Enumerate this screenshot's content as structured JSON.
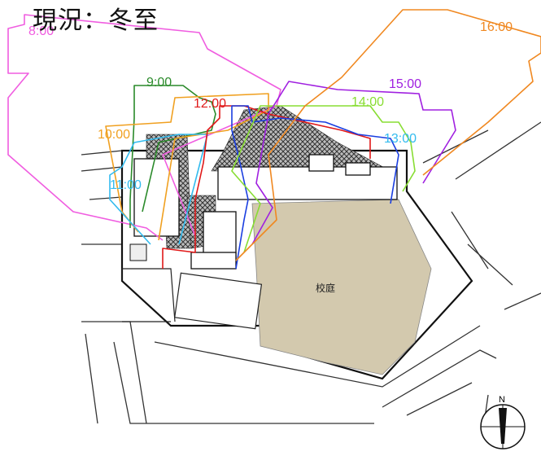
{
  "title": "現況：冬至",
  "courtyard_label": "校庭",
  "north_label": "N",
  "colors": {
    "courtyard_fill": "#d3c9ae",
    "hatch": "#333333",
    "outline": "#111111",
    "street": "#333333"
  },
  "hour_lines": [
    {
      "label": "8:00",
      "color": "#f05de0"
    },
    {
      "label": "9:00",
      "color": "#2a8a2a"
    },
    {
      "label": "10:00",
      "color": "#f0a020"
    },
    {
      "label": "11:00",
      "color": "#33bbee"
    },
    {
      "label": "12:00",
      "color": "#e01818"
    },
    {
      "label": "13:00",
      "color": "#1a3ee0"
    },
    {
      "label": "14:00",
      "color": "#88dd33"
    },
    {
      "label": "15:00",
      "color": "#a020e0"
    },
    {
      "label": "16:00",
      "color": "#f08820"
    }
  ]
}
